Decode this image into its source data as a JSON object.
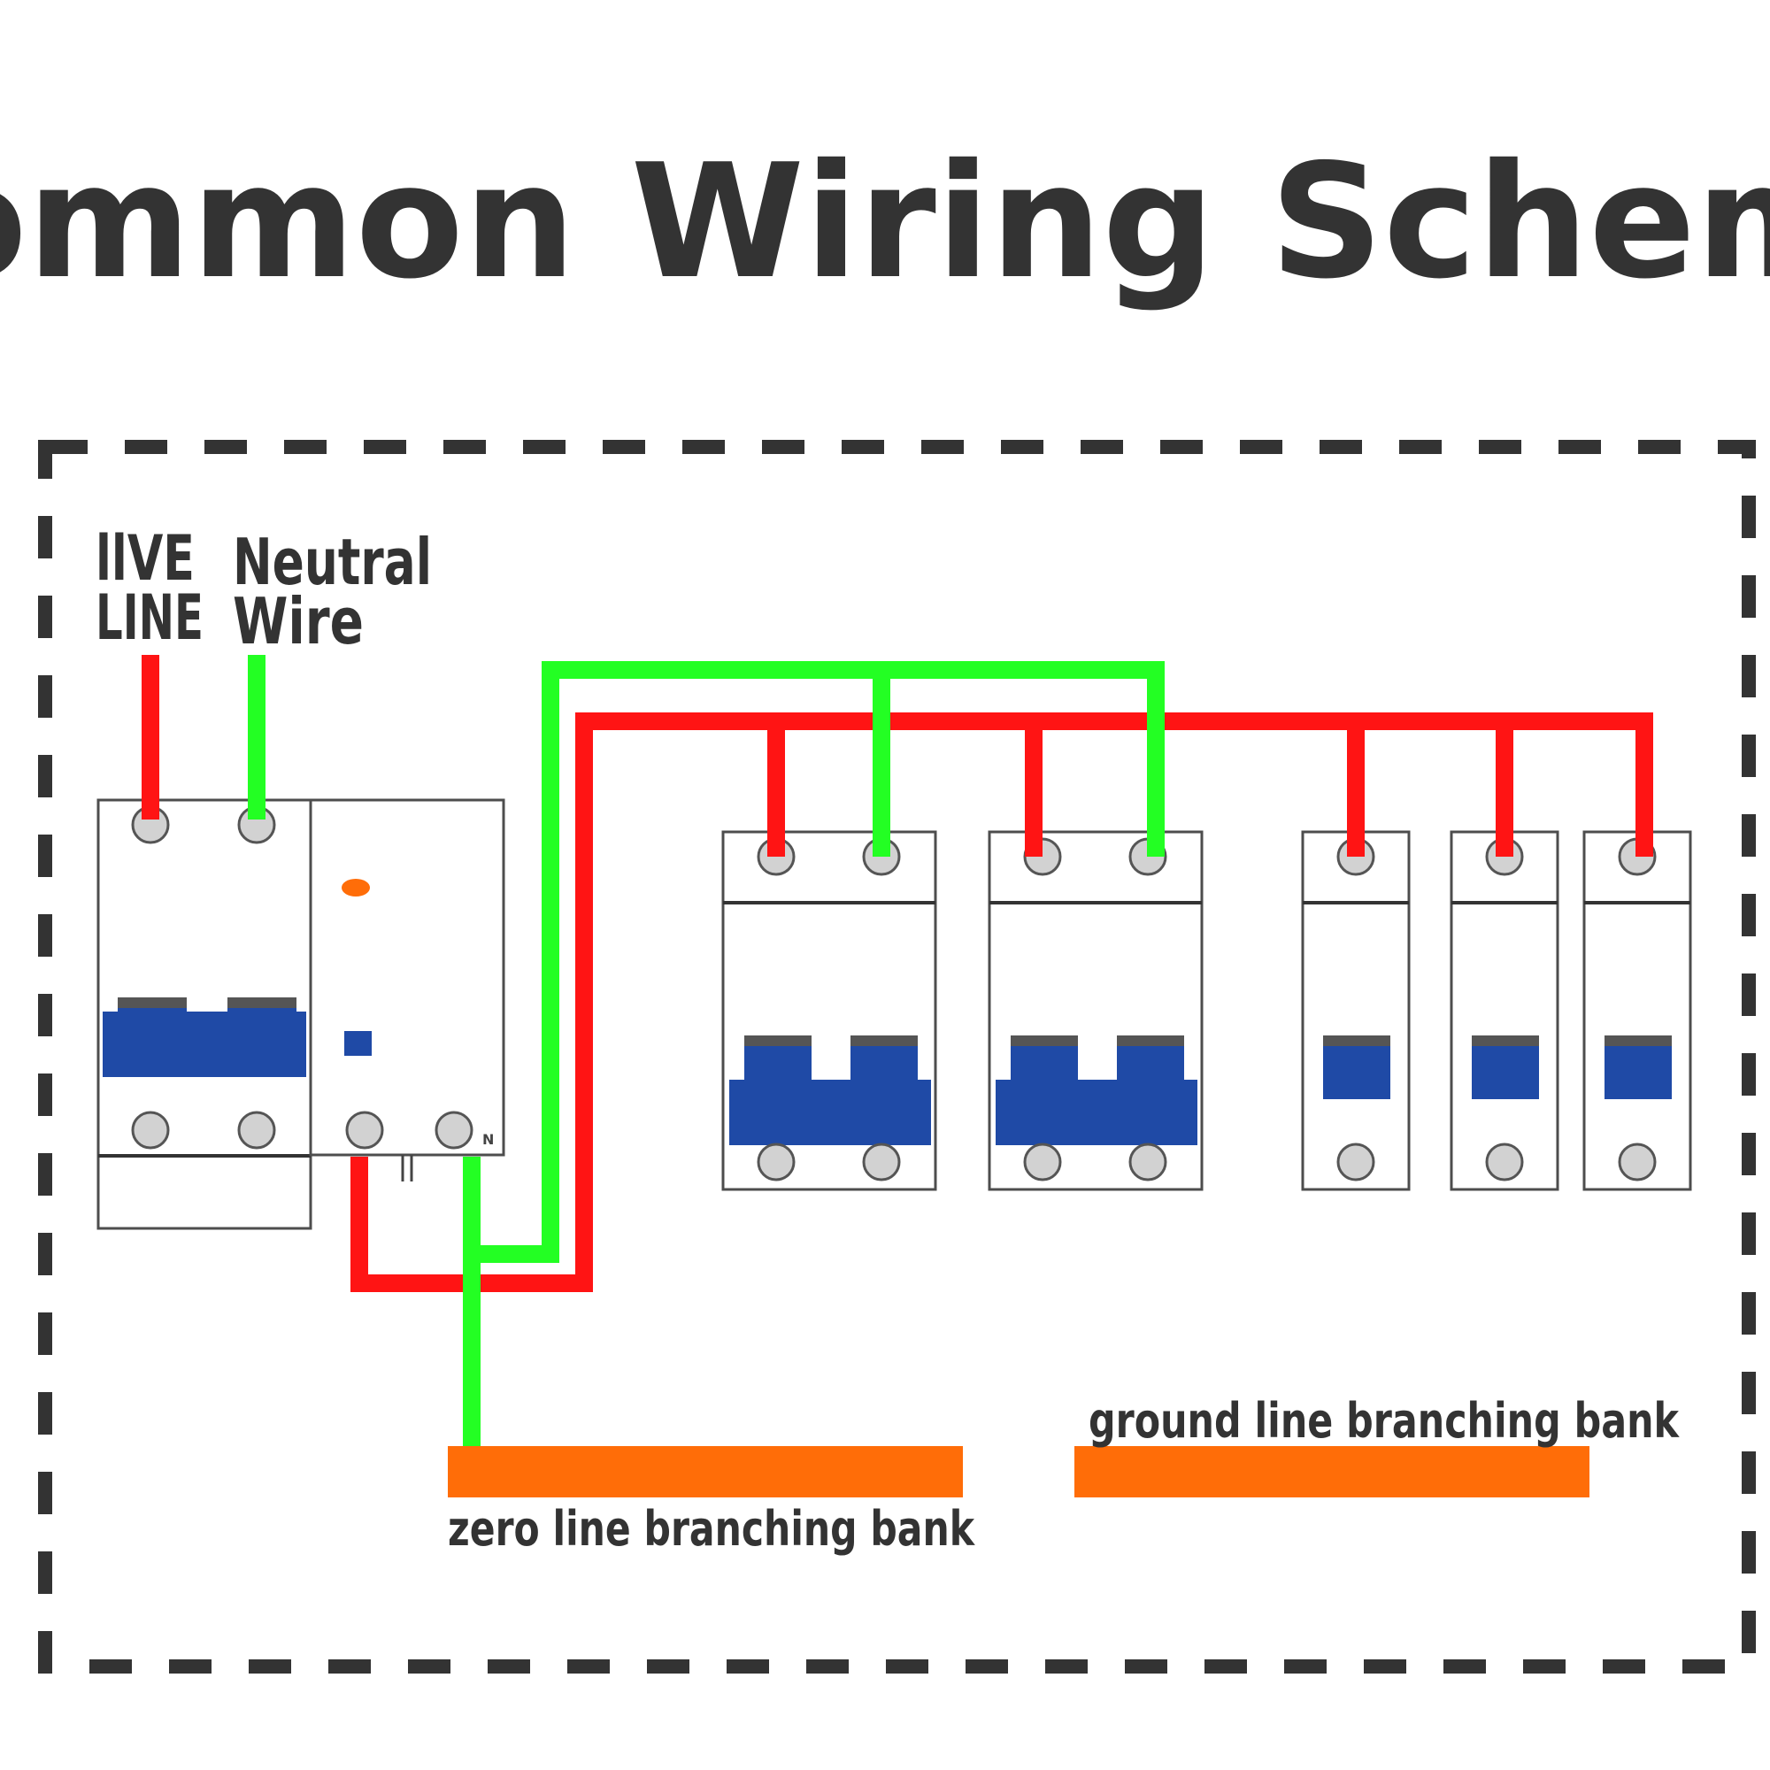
{
  "title": "Common Wiring Scheme",
  "labels": {
    "live_line_1": "llVE",
    "live_line_2": "LINE",
    "neutral_wire_1": "Neutral",
    "neutral_wire_2": "Wire",
    "neutral_terminal": "N",
    "zero_bank": "zero line branching bank",
    "ground_bank": "ground line branching bank"
  },
  "colors": {
    "text": "#333333",
    "live_wire": "#ff1414",
    "neutral_wire": "#23ff23",
    "breaker_blue": "#1f4aa6",
    "bank_orange": "#ff6d08"
  }
}
